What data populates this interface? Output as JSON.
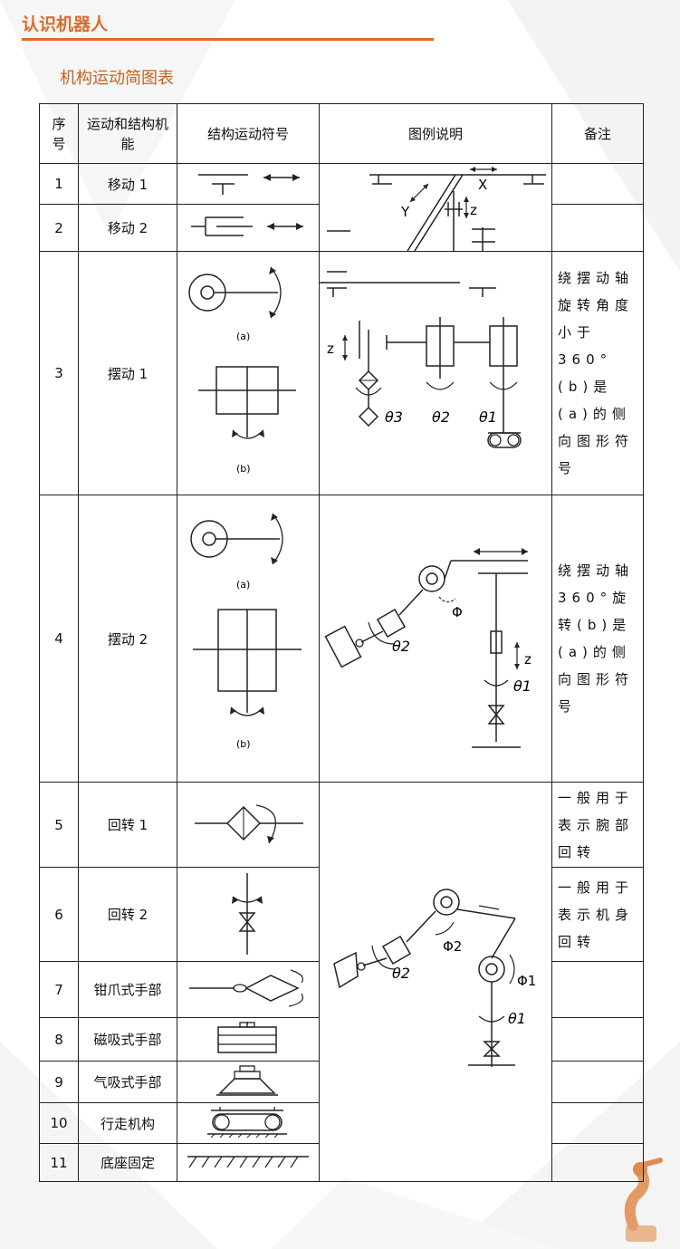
{
  "header": {
    "title": "认识机器人"
  },
  "subtitle": "机构运动简图表",
  "table": {
    "headers": [
      "序号",
      "运动和结构机能",
      "结构运动符号",
      "图例说明",
      "备注"
    ],
    "rows": [
      {
        "no": "1",
        "name": "移动 1",
        "note": ""
      },
      {
        "no": "2",
        "name": "移动 2",
        "note": ""
      },
      {
        "no": "3",
        "name": "摆动 1",
        "note": "绕摆动轴旋转角度小于 360°(b)是(a)的侧向图形符号"
      },
      {
        "no": "4",
        "name": "摆动 2",
        "note": "绕摆动轴 360°旋转(b)是(a)的侧向图形符号"
      },
      {
        "no": "5",
        "name": "回转 1",
        "note": "一般用于表示腕部回转"
      },
      {
        "no": "6",
        "name": "回转 2",
        "note": "一般用于表示机身回转"
      },
      {
        "no": "7",
        "name": "钳爪式手部",
        "note": ""
      },
      {
        "no": "8",
        "name": "磁吸式手部",
        "note": ""
      },
      {
        "no": "9",
        "name": "气吸式手部",
        "note": ""
      },
      {
        "no": "10",
        "name": "行走机构",
        "note": ""
      },
      {
        "no": "11",
        "name": "底座固定",
        "note": ""
      }
    ],
    "symbol_labels": {
      "a": "(a)",
      "b": "(b)"
    },
    "legend_labels": {
      "x": "X",
      "y": "Y",
      "z": "z",
      "theta1": "θ1",
      "theta2": "θ2",
      "theta3": "θ3",
      "phi": "Φ",
      "phi1": "Φ1",
      "phi2": "Φ2"
    }
  },
  "colors": {
    "accent": "#e06a2c",
    "subtitle": "#c8621f",
    "line": "#222222"
  }
}
